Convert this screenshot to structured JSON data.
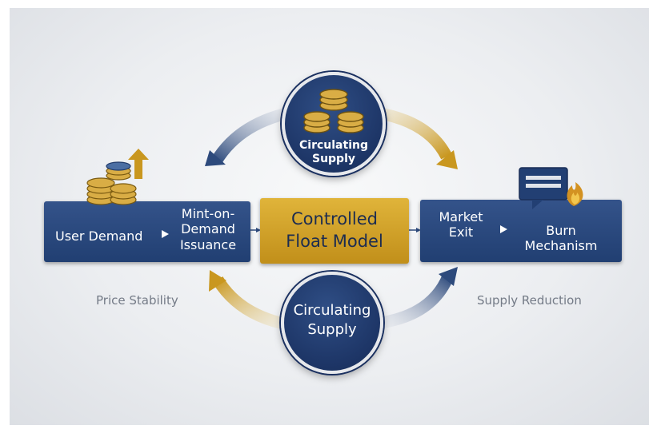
{
  "nodes": {
    "user_demand": "User Demand",
    "mint_on_demand": [
      "Mint-on-",
      "Demand",
      "Issuance"
    ],
    "controlled_float": [
      "Controlled",
      "Float Model"
    ],
    "market_exit": [
      "Market",
      "Exit"
    ],
    "burn_mechanism": [
      "Burn",
      "Mechanism"
    ],
    "circulating_supply_top": [
      "Circulating",
      "Supply"
    ],
    "circulating_supply_bottom": [
      "Circulating",
      "Supply"
    ]
  },
  "captions": {
    "left": "Price Stability",
    "right": "Supply Reduction"
  },
  "colors": {
    "navy": "#213f72",
    "gold": "#c9971f",
    "background": "#eceef1"
  },
  "icons": [
    "coin-stack-up-arrow-icon",
    "coin-stack-icon",
    "message-flame-icon"
  ]
}
